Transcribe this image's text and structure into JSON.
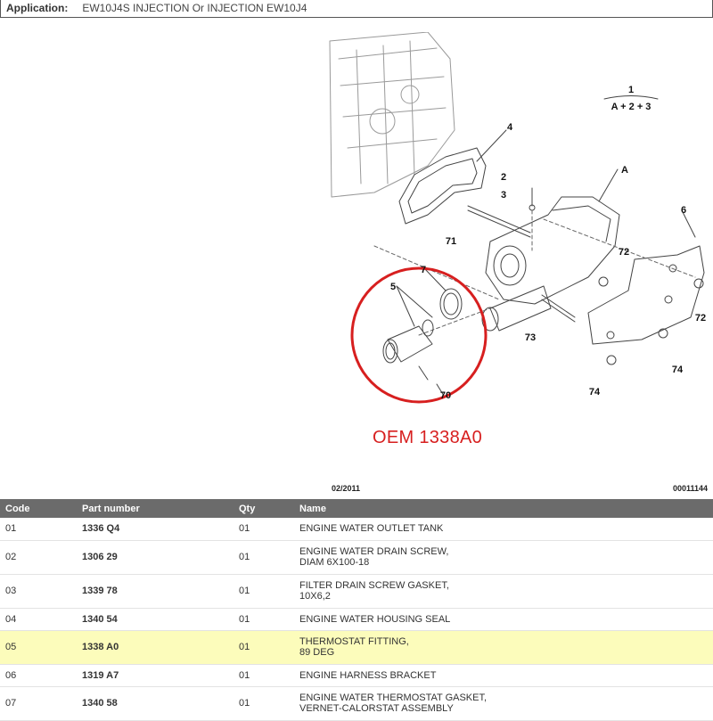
{
  "header": {
    "application_label": "Application:",
    "application_value": "EW10J4S INJECTION Or INJECTION EW10J4"
  },
  "diagram": {
    "caption": "OEM 1338A0",
    "date": "02/2011",
    "ref": "00011144",
    "callouts": [
      "1",
      "A + 2 + 3",
      "2",
      "3",
      "4",
      "A",
      "6",
      "5",
      "7",
      "71",
      "72",
      "72",
      "73",
      "74",
      "74",
      "70"
    ]
  },
  "table": {
    "columns": [
      "Code",
      "Part number",
      "Qty",
      "Name"
    ],
    "rows": [
      {
        "code": "01",
        "part": "1336 Q4",
        "qty": "01",
        "name": "ENGINE WATER OUTLET TANK"
      },
      {
        "code": "02",
        "part": "1306 29",
        "qty": "01",
        "name": "ENGINE WATER DRAIN SCREW,\nDIAM 6X100-18"
      },
      {
        "code": "03",
        "part": "1339 78",
        "qty": "01",
        "name": "FILTER DRAIN SCREW GASKET,\n10X6,2"
      },
      {
        "code": "04",
        "part": "1340 54",
        "qty": "01",
        "name": "ENGINE WATER HOUSING SEAL"
      },
      {
        "code": "05",
        "part": "1338 A0",
        "qty": "01",
        "name": "THERMOSTAT FITTING,\n89 DEG",
        "highlighted": true
      },
      {
        "code": "06",
        "part": "1319 A7",
        "qty": "01",
        "name": "ENGINE HARNESS BRACKET"
      },
      {
        "code": "07",
        "part": "1340 58",
        "qty": "01",
        "name": "ENGINE WATER THERMOSTAT GASKET,\nVERNET-CALORSTAT ASSEMBLY"
      }
    ]
  },
  "colors": {
    "highlight_row": "#fcfcbb",
    "header_bg": "#6b6b6b",
    "oem_red": "#d71f1f"
  }
}
